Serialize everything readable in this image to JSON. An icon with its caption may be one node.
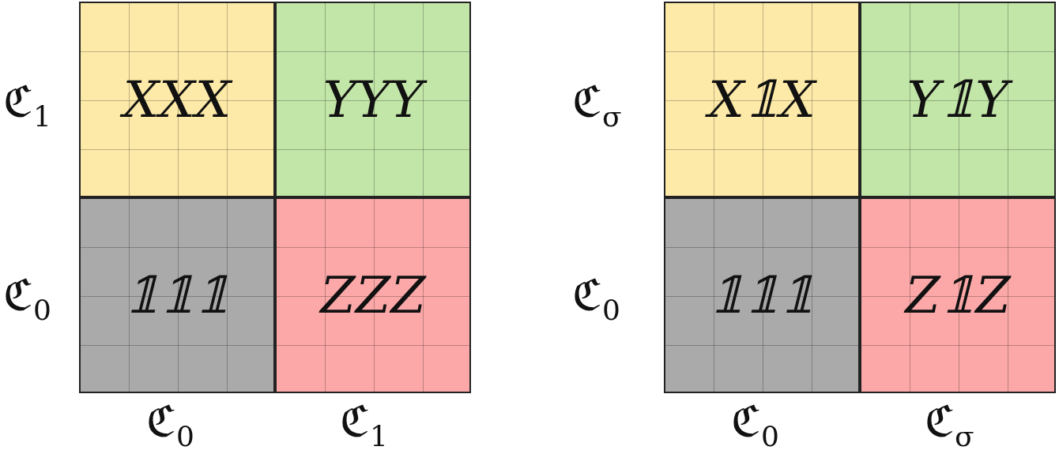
{
  "diagram": {
    "nodes": [
      {
        "text": [
          "XXX"
        ]
      },
      {
        "text": [
          "YYY"
        ]
      },
      {
        "text": [
          "X𝟙X"
        ]
      },
      {
        "text": [
          "Y𝟙Y"
        ]
      },
      {
        "text": [
          "𝟙𝟙𝟙"
        ]
      },
      {
        "text": [
          "ZZZ"
        ]
      },
      {
        "text": [
          "𝟙𝟙𝟙"
        ]
      },
      {
        "text": [
          "Z𝟙Z"
        ]
      }
    ],
    "labels": [
      "ℭ$_{1}$",
      "ℭ$_{σ}$",
      "ℭ$_{0}$",
      "ℭ$_{0}$",
      "ℭ$_{0}$",
      "ℭ$_{1}$",
      "ℭ$_{0}$",
      "ℭ$_{σ}$"
    ]
  }
}
